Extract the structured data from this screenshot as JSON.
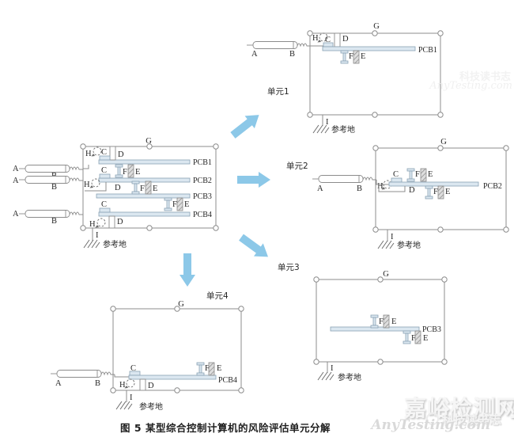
{
  "caption": "图 5  某型综合控制计算机的风险评估单元分解",
  "labels": {
    "A": "A",
    "B": "B",
    "C": "C",
    "D": "D",
    "E": "E",
    "F": "F",
    "G": "G",
    "H": "H",
    "I": "I",
    "ref_ground": "参考地"
  },
  "boards": {
    "pcb1": "PCB1",
    "pcb2": "PCB2",
    "pcb3": "PCB3",
    "pcb4": "PCB4"
  },
  "units": {
    "u1": "单元1",
    "u2": "单元2",
    "u3": "单元3",
    "u4": "单元4"
  },
  "watermark": {
    "brand": "嘉峪检测网",
    "tagline": "科技读书志",
    "site": "AnyTesting.com"
  },
  "colors": {
    "board_fill": "#dbe7f0",
    "board_stroke": "#8aa2b4",
    "arrow": "#8cc8e8",
    "line": "#8c8c8c",
    "text": "#262626",
    "hatch_fill": "#dedede",
    "hatch_line": "#8f8f8f",
    "watermark_gray": "#d9d9d9"
  }
}
